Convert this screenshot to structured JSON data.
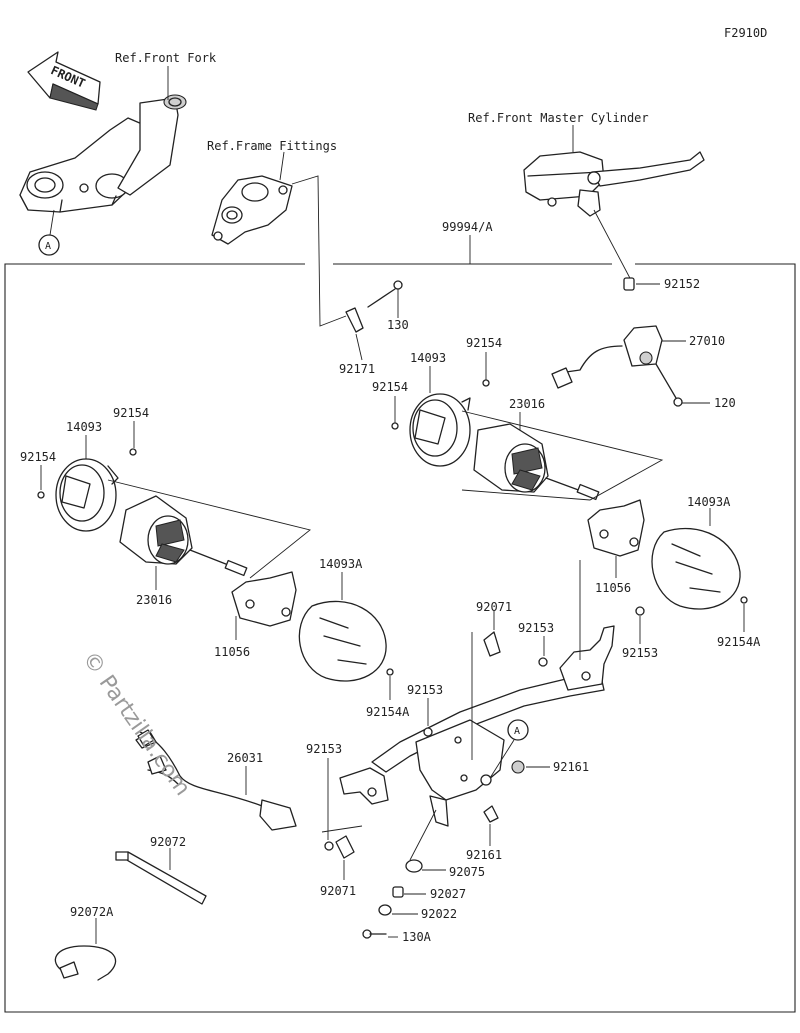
{
  "diagram_code": "F2910D",
  "front_label": "FRONT",
  "watermark": "© Partzilla.com",
  "refs": {
    "front_fork": "Ref.Front Fork",
    "frame_fittings": "Ref.Frame Fittings",
    "front_master_cylinder": "Ref.Front Master Cylinder"
  },
  "callout_a": "A",
  "labels": {
    "p99994a": "99994/A",
    "p92152": "92152",
    "p130": "130",
    "p92171": "92171",
    "p27010": "27010",
    "p120": "120",
    "p92154_r1": "92154",
    "p14093_r": "14093",
    "p92154_r2": "92154",
    "p23016_r": "23016",
    "p14093_l": "14093",
    "p92154_l1": "92154",
    "p92154_l2": "92154",
    "p14093a_r": "14093A",
    "p11056_r": "11056",
    "p92154a_r": "92154A",
    "p23016_l": "23016",
    "p14093a_l": "14093A",
    "p11056_l": "11056",
    "p92071_top": "92071",
    "p92153_a": "92153",
    "p92153_b": "92153",
    "p92154a_l": "92154A",
    "p92153_c": "92153",
    "p26031": "26031",
    "p92153_d": "92153",
    "p92161_a": "92161",
    "p92161_b": "92161",
    "p92075": "92075",
    "p92072": "92072",
    "p92071_bot": "92071",
    "p92027": "92027",
    "p92022": "92022",
    "p92072a": "92072A",
    "p130a": "130A"
  }
}
